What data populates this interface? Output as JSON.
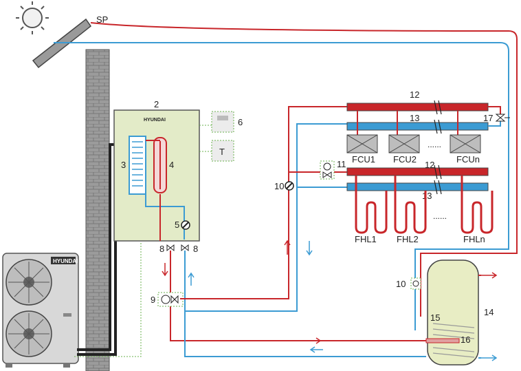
{
  "labels": {
    "solar_panel": "SP",
    "indoor_unit": "2",
    "plate_hx": "3",
    "backup_heater": "4",
    "pump_indoor": "5",
    "controller": "6",
    "thermostat": "T",
    "valve_left": "8",
    "valve_right": "8",
    "three_way_valve": "9",
    "pump_circuit": "10",
    "pump_tank": "10",
    "two_way_valve": "11",
    "collector_top": "12",
    "collector_mid": "12",
    "distributor_top": "13",
    "distributor_mid": "13",
    "tank": "14",
    "tank_coil": "15",
    "tank_heater": "16",
    "bypass_valve": "17"
  },
  "fan_coils": [
    "FCU1",
    "FCU2",
    "FCUn"
  ],
  "fan_coils_ellipsis": "......",
  "floor_loops": [
    "FHL1",
    "FHL2",
    "FHLn"
  ],
  "floor_loops_ellipsis": "......",
  "brand": "HYUNDAI",
  "colors": {
    "supply": "#c8262a",
    "return": "#3b9bd3",
    "indoor_unit_fill": "#e3ebc8",
    "tank_fill": "#e8edc4",
    "wall": "#8a8a8a"
  }
}
